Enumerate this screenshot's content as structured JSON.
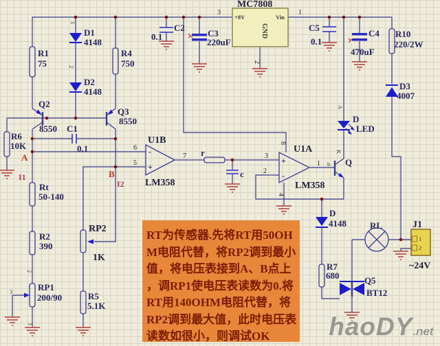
{
  "labels": {
    "r1_ref": "R1",
    "r1_val": "75",
    "d1_ref": "D1",
    "d1_val": "4148",
    "d2_ref": "D2",
    "d2_val": "4148",
    "r4_ref": "R4",
    "r4_val": "750",
    "q2_ref": "Q2",
    "q2_val": "8550",
    "q3_ref": "Q3",
    "q3_val": "8550",
    "r6_ref": "R6",
    "r6_val": "10K",
    "c1_ref": "C1",
    "c1_val": "0.1",
    "rt_ref": "Rt",
    "rt_val": "50-140",
    "r2_ref": "R2",
    "r2_val": "390",
    "rp1_ref": "RP1",
    "rp1_val": "200/90",
    "rp2_ref": "RP2",
    "rp2_val": "1K",
    "r5_ref": "R5",
    "r5_val": "5.1K",
    "c2_ref": "C2",
    "c2_val": "0.1",
    "c3_ref": "C3",
    "c3_val": "220uF",
    "c5_ref": "C5",
    "c5_val": "0.1",
    "c4_ref": "C4",
    "c4_val": "470uF",
    "r10_ref": "R10",
    "r10_val": "220/2W",
    "d3_ref": "D3",
    "d3_val": "4007",
    "led_ref": "D",
    "led_val": "LED",
    "q_ref": "Q",
    "d4_ref": "D",
    "d4_val": "4148",
    "r7_ref": "R7",
    "r7_val": "680",
    "q5_ref": "Q5",
    "q5_val": "BT12",
    "rl_ref": "RL",
    "u1b_ref": "U1B",
    "u1b_part": "LM358",
    "u1a_ref": "U1A",
    "u1a_part": "LM358",
    "r_small": "r",
    "c_small": "c",
    "plus": "+",
    "minus": "-"
  },
  "points": {
    "a": "A",
    "b": "B",
    "i1": "I1",
    "i2": "I2"
  },
  "regulator": {
    "title": "MC7808",
    "pin_out": "+8V",
    "pin_in": "Vin",
    "pin_gnd": "GND",
    "n_out": "3",
    "n_in": "1",
    "n_gnd": "2"
  },
  "connector": {
    "ref": "J1",
    "pin1": "1",
    "pin2": "2",
    "voltage": "~24V"
  },
  "opamp_pins": {
    "u1b_inv": "6",
    "u1b_nin": "5",
    "u1b_out": "7",
    "u1a_nin": "3",
    "u1a_inv": "2",
    "u1a_out": "1",
    "u1a_vcc": "8",
    "u1a_vee": "4"
  },
  "pin_marks": [
    "1",
    "2",
    "2",
    "3",
    "1",
    "A",
    "K",
    "b"
  ],
  "note": {
    "lines": [
      "RT为传感器.先将RT用50OH",
      "M电阻代替，将RP2调到最小",
      "值，将电压表接到A、B点上",
      "，调RP1使电压表读数为0.将",
      "RT用140OHM电阻代替，将",
      "RP2调到最大值，此时电压表",
      "读数如很小，则调试OK"
    ]
  },
  "watermark": {
    "main": "haoDY",
    "suffix": ".net"
  },
  "colors": {
    "wire": "#3a3a8c",
    "diode": "#1d1dcc",
    "ground": "#b23b3b",
    "junction": "#7d1212",
    "regulator_fill": "#f1efbe",
    "connector_fill": "#e9d44f",
    "note_bg": "#e8873a",
    "note_text": "#7c1d03",
    "grid_bg": "#efecdc"
  }
}
